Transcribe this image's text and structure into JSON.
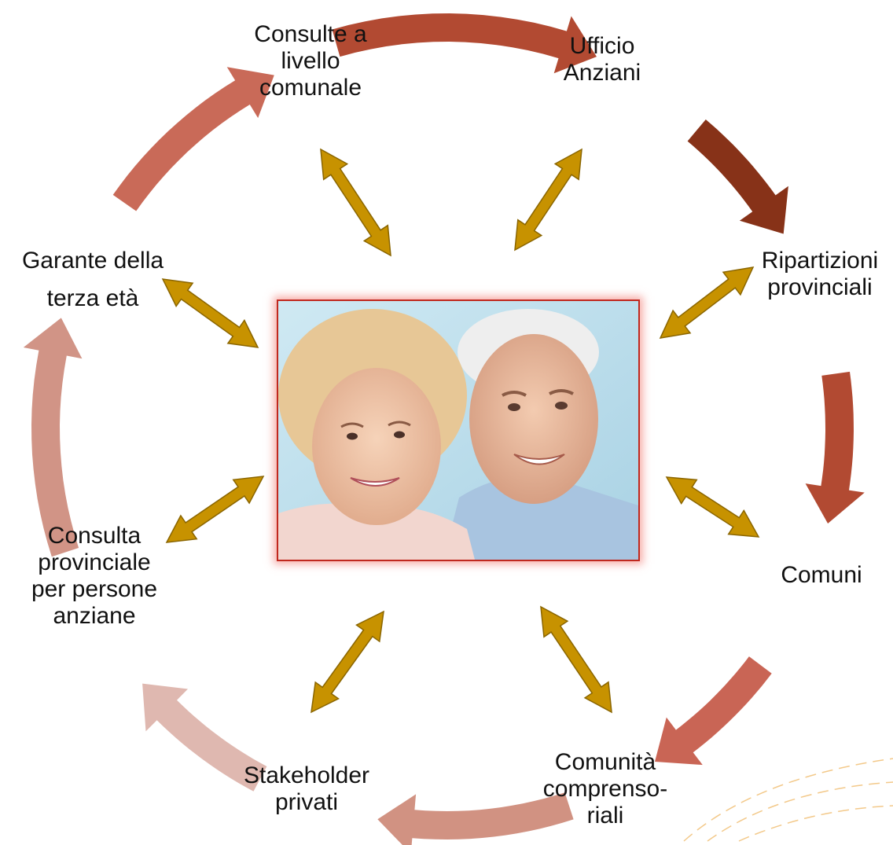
{
  "center_image": {
    "alt": "elderly-couple-photo"
  },
  "nodes": [
    {
      "id": "consulte-comunali",
      "lines": [
        "Consulte a",
        "livello",
        "comunale"
      ]
    },
    {
      "id": "ufficio-anziani",
      "lines": [
        "Ufficio",
        "Anziani"
      ]
    },
    {
      "id": "ripartizioni",
      "lines": [
        "Ripartizioni",
        "provinciali"
      ]
    },
    {
      "id": "comuni",
      "lines": [
        "Comuni"
      ]
    },
    {
      "id": "comunita",
      "lines": [
        "Comunità",
        "comprenso-",
        "riali"
      ]
    },
    {
      "id": "stakeholder",
      "lines": [
        "Stakeholder",
        "privati"
      ]
    },
    {
      "id": "consulta-provinciale",
      "lines": [
        "Consulta",
        "provinciale",
        "per persone",
        "anziane"
      ]
    },
    {
      "id": "garante",
      "lines": [
        "Garante della",
        "terza età"
      ]
    }
  ],
  "colors": {
    "double_arrow": "#c79200",
    "double_arrow_stroke": "#8a6500",
    "cycle_arrows": [
      "#b24a32",
      "#873218",
      "#b24a32",
      "#c96555",
      "#d19282",
      "#dfb8b0",
      "#d19486",
      "#c96a58"
    ],
    "photo_border": "#c0281e"
  }
}
